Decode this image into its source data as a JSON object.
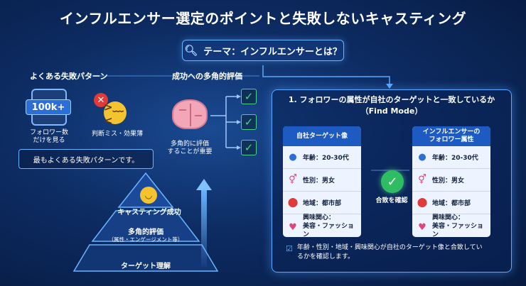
{
  "title": "インフルエンサー選定のポイントと失敗しないキャスティング",
  "theme": {
    "label": "テーマ：インフルエンサーとは？"
  },
  "left": {
    "section_title": "よくある失敗パターン",
    "phone_badge": "100k+",
    "phone_caption_1": "フォロワー数",
    "phone_caption_2": "だけを見る",
    "error_caption": "判断ミス・効果薄",
    "callout": "最もよくある失敗パターンです。"
  },
  "middle": {
    "section_title": "成功への多角的評価",
    "brain_caption_1": "多角的に評価",
    "brain_caption_2": "することが重要"
  },
  "pyramid": {
    "top": "キャスティング成功",
    "middle": "多角的評価",
    "middle_sub": "（属性・エンゲージメント等）",
    "bottom": "ターゲット理解"
  },
  "panel": {
    "heading_1": "1. フォロワーの属性が自社のターゲットと一致しているか",
    "heading_2": "（Find Mode）",
    "left_col": {
      "header": "自社ターゲット像",
      "rows": [
        "年齢：20-30代",
        "性別：男女",
        "地域：都市部",
        "興味関心：",
        "美容・ファッション"
      ]
    },
    "right_col": {
      "header_1": "インフルエンサーの",
      "header_2": "フォロワー属性",
      "rows": [
        "年齢：20-30代",
        "性別：男女",
        "地域：都市部",
        "興味関心：",
        "美容・ファッション"
      ]
    },
    "match_label": "合致を確認",
    "footer_1": "年齢・性別・地域・興味関心が自社のターゲット像と合致してい",
    "footer_2": "るかを確認します。"
  },
  "colors": {
    "accent": "#5aa8ff",
    "success": "#2ebd63",
    "error": "#e03a3a",
    "header_blue": "#1d5ac2"
  },
  "icons": [
    "search-icon",
    "phone-icon",
    "x-icon",
    "sad-face-icon",
    "brain-icon",
    "check-icon",
    "happy-face-icon",
    "up-arrow-icon",
    "person-icon",
    "gender-icon",
    "map-pin-icon",
    "heart-icon"
  ]
}
